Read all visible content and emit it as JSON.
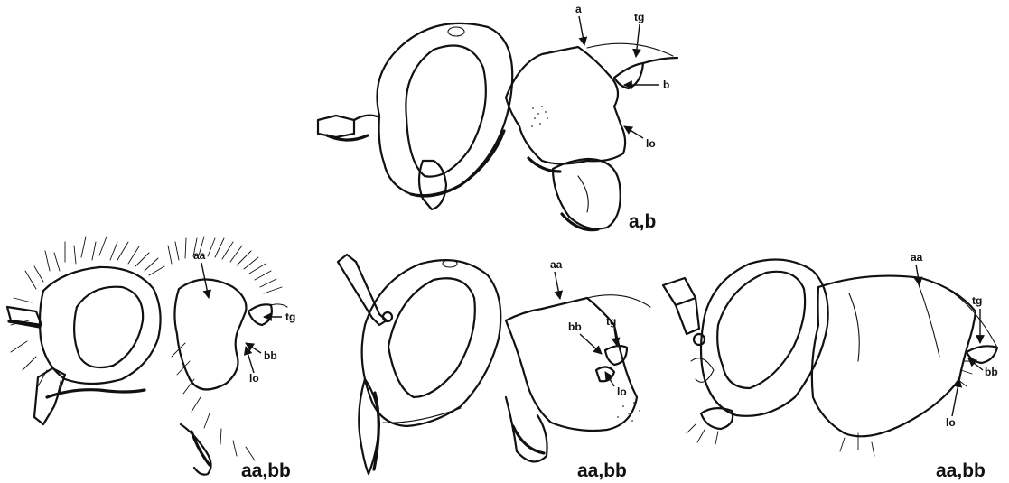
{
  "figure": {
    "panels": [
      {
        "id": "top",
        "caption": "a,b",
        "labels": {
          "a": "a",
          "tg": "tg",
          "b": "b",
          "lo": "lo"
        }
      },
      {
        "id": "bottom-left",
        "caption": "aa,bb",
        "labels": {
          "aa": "aa",
          "tg": "tg",
          "bb": "bb",
          "lo": "lo"
        }
      },
      {
        "id": "bottom-middle",
        "caption": "aa,bb",
        "labels": {
          "aa": "aa",
          "tg": "tg",
          "bb": "bb",
          "lo": "lo"
        }
      },
      {
        "id": "bottom-right",
        "caption": "aa,bb",
        "labels": {
          "aa": "aa",
          "tg": "tg",
          "bb": "bb",
          "lo": "lo"
        }
      }
    ]
  }
}
